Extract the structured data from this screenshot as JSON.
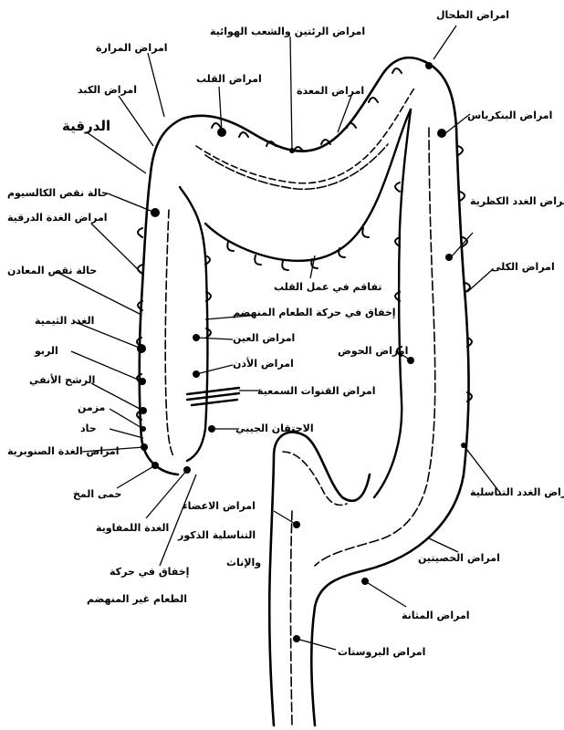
{
  "labels": {
    "spleen": "امراض الطحال",
    "lungs_bronchi": "امراض الرئتين والشعب الهوائية",
    "gallbladder": "امراض المرارة",
    "liver": "امراض الكبد",
    "heart": "امراض القلب",
    "stomach": "امراض المعدة",
    "pancreas": "امراض البنكرياس",
    "thyroid": "الدرقية",
    "calcium_deficiency": "حالة نقص الكالسيوم",
    "parathyroid": "امراض الغدة الدرقية",
    "adrenal": "امراض الغدد الكظرية",
    "kidneys": "امراض الكلى",
    "mineral_deficiency": "حالة نقص المعادن",
    "heart_weakness": "تفاقم في عمل القلب",
    "poor_digestion_1": "إخفاق في حركة الطعام المنهضم",
    "thymus": "الغدد الثيمية",
    "asthma": "الربو",
    "eyes": "امراض العين",
    "ears": "امراض الأذن",
    "pelvis": "امراض الحوض",
    "nasal_catarrh": "الرشح الأنفي",
    "chronic": "مزمن",
    "acute": "حاد",
    "eustachian": "امراض القنوات السمعية",
    "pituitary": "امراض الغدة الصنوبرية",
    "appendicitis": "الاحتقان الجيبي",
    "brain_fever": "حمى المخ",
    "lymph": "الغدة اللمفاوية",
    "reproductive": "امراض الغدد التناسلية",
    "sex_organs_1": "امراض الاعضاء",
    "sex_organs_2": "التناسلية الذكور",
    "sex_organs_3": "والإناث",
    "poor_digestion_2a": "إخفاق في حركة",
    "poor_digestion_2b": "الطعام غير المنهضم",
    "testes": "امراض الخصيتين",
    "bladder": "امراض المثانة",
    "prostate": "امراض البروستات"
  }
}
